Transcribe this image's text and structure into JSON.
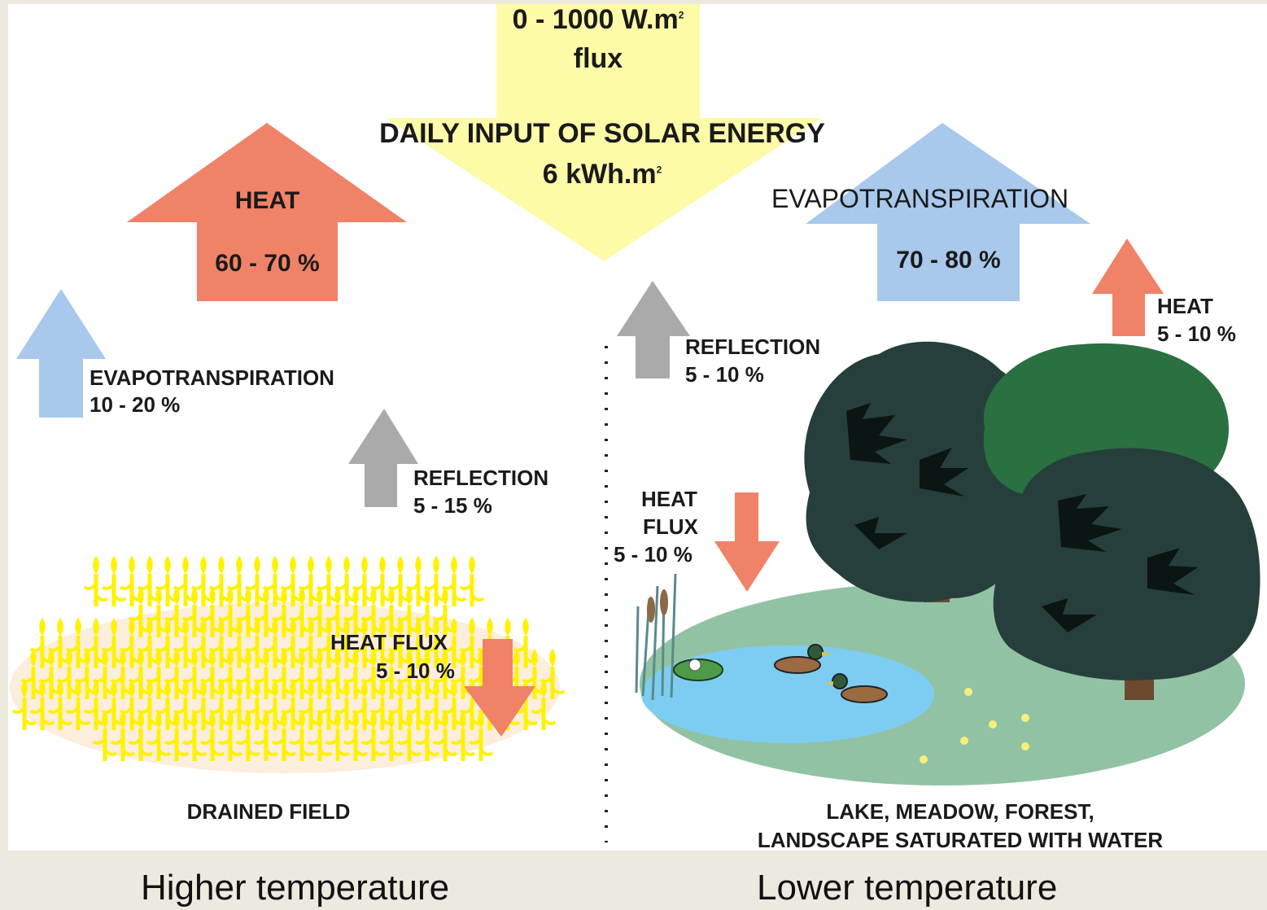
{
  "solar": {
    "flux_value": "0 - 1000 W.m",
    "flux_sup": "2",
    "flux_word": "flux",
    "daily_title": "DAILY INPUT OF SOLAR ENERGY",
    "daily_value": "6 kWh.m",
    "daily_sup": "2"
  },
  "drained_field": {
    "heat_label": "HEAT",
    "heat_value": "60 - 70 %",
    "evap_label": "EVAPOTRANSPIRATION",
    "evap_value": "10 - 20 %",
    "reflection_label": "REFLECTION",
    "reflection_value": "5 - 15 %",
    "heat_flux_label": "HEAT FLUX",
    "heat_flux_value": "5 - 10 %",
    "name": "DRAINED FIELD"
  },
  "wet_landscape": {
    "evap_label": "EVAPOTRANSPIRATION",
    "evap_value": "70 - 80 %",
    "heat_label": "HEAT",
    "heat_value": "5 - 10 %",
    "reflection_label": "REFLECTION",
    "reflection_value": "5 - 10 %",
    "heat_flux_line1": "HEAT",
    "heat_flux_line2": "FLUX",
    "heat_flux_value": "5 - 10 %",
    "name_line1": "LAKE, MEADOW, FOREST,",
    "name_line2": "LANDSCAPE SATURATED WITH WATER"
  },
  "captions": {
    "left": "Higher temperature",
    "right": "Lower temperature"
  },
  "colors": {
    "solar": "#fdfaa8",
    "heat": "#f08268",
    "evapotranspiration": "#a8c8ec",
    "reflection": "#aaaaaa",
    "crop": "#fff200",
    "field_soil": "#fbeedd",
    "meadow": "#92c2a4",
    "pond": "#7dcdf2",
    "tree_dark": "#263f3d",
    "tree_green": "#2a7040"
  }
}
